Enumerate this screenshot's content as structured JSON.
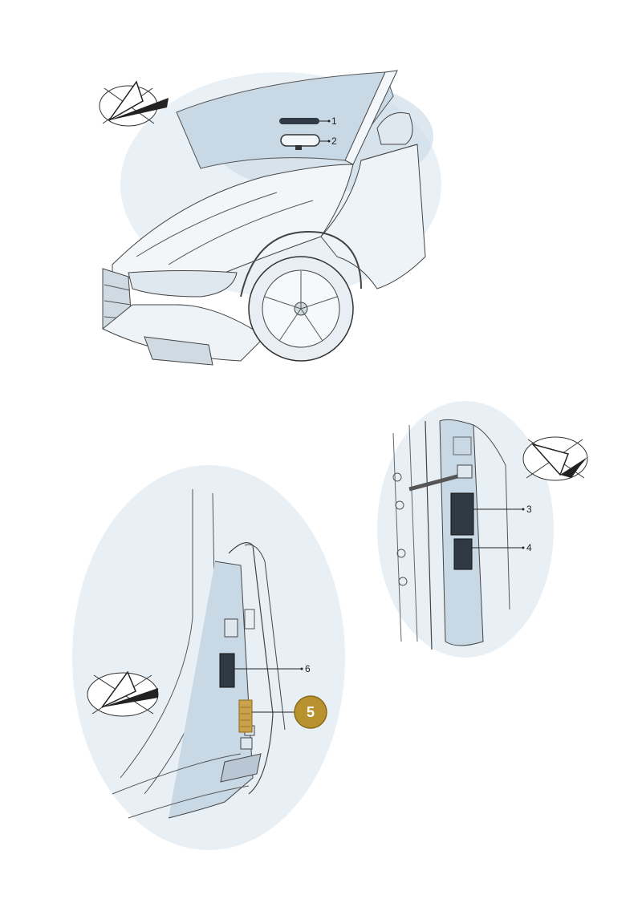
{
  "callouts": {
    "c1": "1",
    "c2": "2",
    "c3": "3",
    "c4": "4",
    "c5": "5",
    "c6": "6"
  },
  "icons": {
    "view_direction": "view-direction-arrow-icon"
  },
  "colors": {
    "highlight_badge": "#b8922e",
    "highlight_part": "#c9a24a",
    "line": "#333333",
    "shade": "#d7e3ec",
    "dark_label": "#2f3a44"
  }
}
